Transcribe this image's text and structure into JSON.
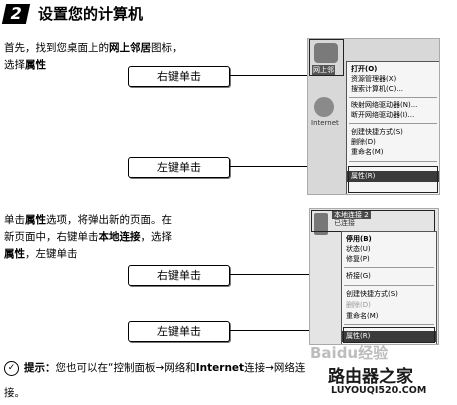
{
  "header": {
    "step_number": "2",
    "title": "设置您的计算机"
  },
  "para1": {
    "line1_pre": "首先，找到您桌面上的",
    "line1_bold": "网上邻居",
    "line1_post": "图标，",
    "line2_pre": "选择",
    "line2_bold": "属性"
  },
  "para2": {
    "line1_pre": "单击",
    "line1_bold": "属性",
    "line1_post": "选项，将弹出新的页面。在",
    "line2_pre": "新页面中，右键单击",
    "line2_bold": "本地连接",
    "line2_post": "，选择",
    "line3_bold": "属性",
    "line3_post": "，左键单击"
  },
  "callouts": {
    "right_click_1": "右键单击",
    "left_click_1": "左键单击",
    "right_click_2": "右键单击",
    "left_click_2": "左键单击"
  },
  "shot1": {
    "icon_label_1": "网上邻",
    "icon_label_2": "Internet",
    "menu": [
      "打开(O)",
      "资源管理器(X)",
      "搜索计算机(C)...",
      "映射网络驱动器(N)...",
      "断开网络驱动器(I)...",
      "创建快捷方式(S)",
      "删除(D)",
      "重命名(M)",
      "属性(R)"
    ]
  },
  "shot2": {
    "connection_name": "本地连接 2",
    "connection_status": "已连接",
    "menu": [
      "停用(B)",
      "状态(U)",
      "修复(P)",
      "桥接(G)",
      "创建快捷方式(S)",
      "删除(D)",
      "重命名(M)",
      "属性(R)"
    ]
  },
  "tip": {
    "label": "提示：",
    "text_pre": "您也可以在“控制面板→网络和",
    "text_bold": "Internet",
    "text_post": "连接→网络连",
    "line2": "接。"
  },
  "watermark": {
    "baidu": "Baidu经验",
    "brand": "路由器之家",
    "url": "LUYOUQI520.COM"
  }
}
